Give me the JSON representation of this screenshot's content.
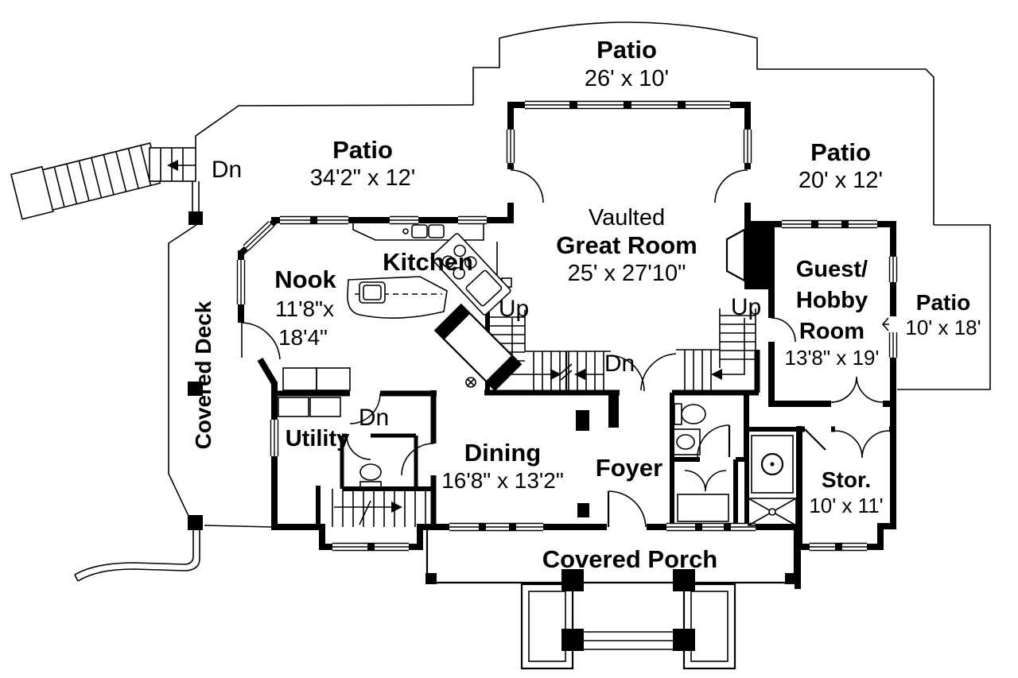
{
  "plan": {
    "background": "#ffffff",
    "line_color": "#000000",
    "rooms": {
      "patio_top": {
        "name": "Patio",
        "dims": "26' x 10'"
      },
      "patio_left": {
        "name": "Patio",
        "dims": "34'2\" x 12'"
      },
      "patio_right": {
        "name": "Patio",
        "dims": "20' x 12'"
      },
      "patio_side": {
        "name": "Patio",
        "dims": "10' x 18'"
      },
      "great_room": {
        "prefix": "Vaulted",
        "name": "Great Room",
        "dims": "25' x 27'10\""
      },
      "kitchen": {
        "name": "Kitchen"
      },
      "nook": {
        "name": "Nook",
        "dims_line1": "11'8\"x",
        "dims_line2": "18'4\""
      },
      "covered_deck": {
        "name": "Covered Deck"
      },
      "utility": {
        "name": "Utility"
      },
      "dining": {
        "name": "Dining",
        "dims": "16'8\" x 13'2\""
      },
      "foyer": {
        "name": "Foyer"
      },
      "guest_hobby": {
        "name_line1": "Guest/",
        "name_line2": "Hobby",
        "name_line3": "Room",
        "dims": "13'8\" x 19'"
      },
      "storage": {
        "name": "Stor.",
        "dims": "10' x 11'"
      },
      "covered_porch": {
        "name": "Covered Porch"
      }
    },
    "stair_labels": {
      "deck_down": "Dn",
      "main_up": "Up",
      "main_down": "Dn",
      "right_up": "Up",
      "basement_down": "Dn"
    }
  }
}
